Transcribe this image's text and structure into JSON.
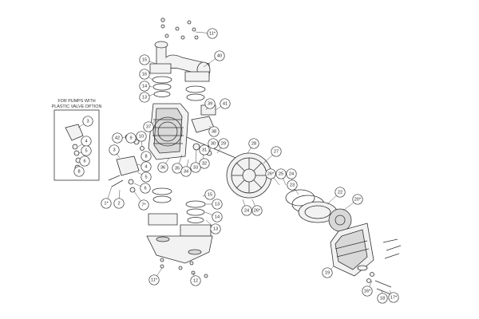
{
  "inset": {
    "heading_line1": "FOR PUMPS WITH",
    "heading_line2": "PLASTIC VALVE OPTION"
  },
  "callouts": [
    {
      "id": "c1",
      "label": "11*"
    },
    {
      "id": "c2",
      "label": "40"
    },
    {
      "id": "c3",
      "label": "15"
    },
    {
      "id": "c4",
      "label": "16"
    },
    {
      "id": "c5",
      "label": "14"
    },
    {
      "id": "c6",
      "label": "13"
    },
    {
      "id": "c7",
      "label": "39"
    },
    {
      "id": "c8",
      "label": "41"
    },
    {
      "id": "c9",
      "label": "37"
    },
    {
      "id": "c10",
      "label": "38"
    },
    {
      "id": "c11",
      "label": "42"
    },
    {
      "id": "c12",
      "label": "9"
    },
    {
      "id": "c13",
      "label": "10"
    },
    {
      "id": "c14",
      "label": "3"
    },
    {
      "id": "c15",
      "label": "8"
    },
    {
      "id": "c16",
      "label": "4"
    },
    {
      "id": "c17",
      "label": "5"
    },
    {
      "id": "c18",
      "label": "6"
    },
    {
      "id": "c19",
      "label": "7*"
    },
    {
      "id": "c20",
      "label": "1*"
    },
    {
      "id": "c21",
      "label": "2"
    },
    {
      "id": "c22",
      "label": "36"
    },
    {
      "id": "c23",
      "label": "35"
    },
    {
      "id": "c24",
      "label": "34"
    },
    {
      "id": "c25",
      "label": "33"
    },
    {
      "id": "c26",
      "label": "32"
    },
    {
      "id": "c27",
      "label": "31"
    },
    {
      "id": "c28",
      "label": "30"
    },
    {
      "id": "c29",
      "label": "29"
    },
    {
      "id": "c30",
      "label": "28"
    },
    {
      "id": "c31",
      "label": "27"
    },
    {
      "id": "c32",
      "label": "26*"
    },
    {
      "id": "c33",
      "label": "25"
    },
    {
      "id": "c34",
      "label": "24"
    },
    {
      "id": "c35",
      "label": "23"
    },
    {
      "id": "c36",
      "label": "22"
    },
    {
      "id": "c37",
      "label": "20*"
    },
    {
      "id": "c38",
      "label": "24"
    },
    {
      "id": "c39",
      "label": "26*"
    },
    {
      "id": "c40",
      "label": "15"
    },
    {
      "id": "c41",
      "label": "13"
    },
    {
      "id": "c42",
      "label": "14"
    },
    {
      "id": "c43",
      "label": "13"
    },
    {
      "id": "c44",
      "label": "19"
    },
    {
      "id": "c45",
      "label": "16*"
    },
    {
      "id": "c46",
      "label": "18"
    },
    {
      "id": "c47",
      "label": "17*"
    },
    {
      "id": "c48",
      "label": "11*"
    },
    {
      "id": "c49",
      "label": "12"
    },
    {
      "id": "c50",
      "label": "3"
    },
    {
      "id": "c51",
      "label": "4"
    },
    {
      "id": "c52",
      "label": "5"
    },
    {
      "id": "c53",
      "label": "6"
    },
    {
      "id": "c54",
      "label": "8"
    }
  ]
}
